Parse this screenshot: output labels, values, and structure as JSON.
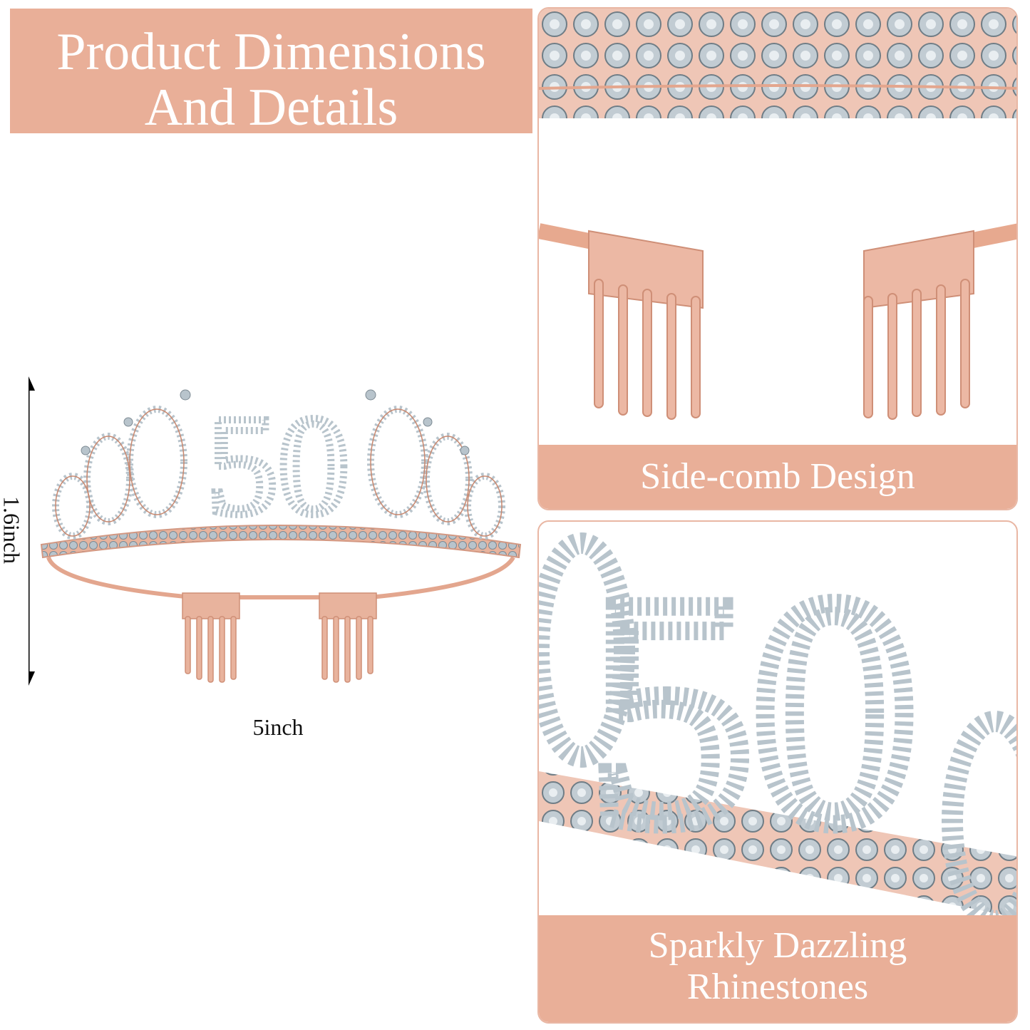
{
  "title": {
    "line1": "Product Dimensions",
    "line2": "And Details"
  },
  "dimensions": {
    "width_label": "5inch",
    "height_label": "1.6inch"
  },
  "tiara_number": "50",
  "panels": [
    {
      "caption": "Side-comb Design"
    },
    {
      "caption_line1": "Sparkly Dazzling",
      "caption_line2": "Rhinestones"
    }
  ],
  "colors": {
    "banner": "#e9af98",
    "rose_gold": "#e8b39d",
    "rhinestone": "#b8c4cc",
    "panel_border": "#e9b7a4"
  }
}
